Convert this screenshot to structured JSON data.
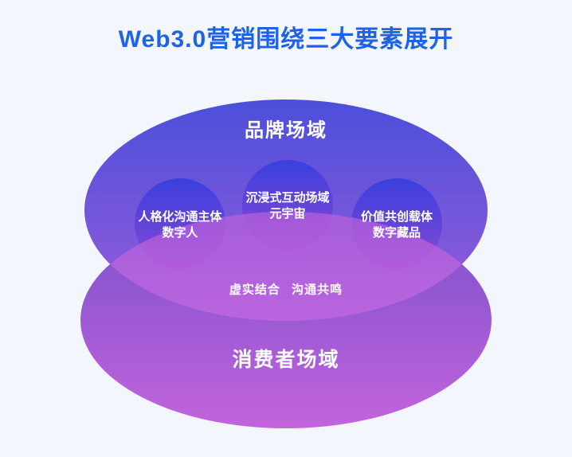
{
  "title": "Web3.0营销围绕三大要素展开",
  "colors": {
    "background": "#F3F6FC",
    "title_text": "#1E63E7",
    "label_text": "#FFFFFF",
    "top_ellipse_top": "#4B4FDA",
    "top_ellipse_bottom": "#9A5CDA",
    "bottom_ellipse_top": "#7A50CC",
    "bottom_ellipse_bottom": "#C264DC",
    "circle_top": "#3A3FDE",
    "circle_bottom": "#8A49D4",
    "overlap_top": "#A858D2",
    "overlap_bottom": "#C768E0"
  },
  "venn": {
    "brand_field": {
      "label": "品牌场域"
    },
    "consumer_field": {
      "label": "消费者场域"
    },
    "overlap": {
      "label": "虚实结合 沟通共鸣"
    },
    "elements": [
      {
        "id": "digital-human",
        "line1": "人格化沟通主体",
        "line2": "数字人"
      },
      {
        "id": "metaverse",
        "line1": "沉浸式互动场域",
        "line2": "元宇宙"
      },
      {
        "id": "digital-collectibles",
        "line1": "价值共创载体",
        "line2": "数字藏品"
      }
    ]
  }
}
